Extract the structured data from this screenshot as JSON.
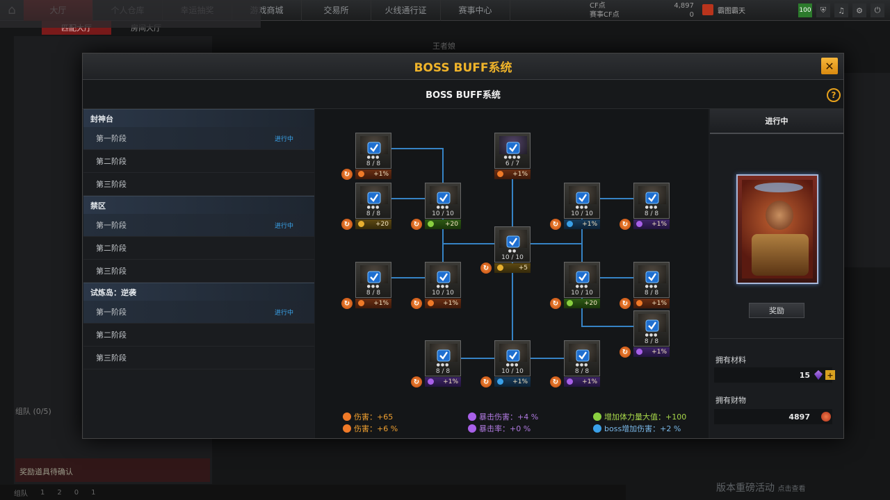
{
  "topnav": {
    "tabs": [
      "大厅",
      "个人仓库",
      "幸运抽奖",
      "游戏商城",
      "交易所",
      "火线通行证",
      "赛事中心"
    ],
    "active_index": 0,
    "cf_label": "CF点",
    "cf_value": "4,897",
    "zsx_label": "赛事CF点",
    "zsx_value": "0",
    "user_name": "霸图霸天",
    "level_badge": "100"
  },
  "subtabs": [
    "匹配大厅",
    "房间大厅"
  ],
  "background": {
    "king_label": "王者娘",
    "team_label": "组队 (0/5)",
    "confirm_label": "奖励道具待确认",
    "promo_label": "版本重磅活动",
    "promo_sub": "点击查看",
    "bottom_items": [
      "组队",
      "1",
      "2",
      "0",
      "1"
    ]
  },
  "modal": {
    "title": "BOSS BUFF系统",
    "subtitle": "BOSS BUFF系统",
    "close": "✕",
    "help": "?"
  },
  "stage_list": [
    {
      "category": "封神台",
      "stages": [
        {
          "name": "第一阶段",
          "status": "进行中"
        },
        {
          "name": "第二阶段",
          "status": ""
        },
        {
          "name": "第三阶段",
          "status": ""
        }
      ]
    },
    {
      "category": "禁区",
      "stages": [
        {
          "name": "第一阶段",
          "status": "进行中"
        },
        {
          "name": "第二阶段",
          "status": ""
        },
        {
          "name": "第三阶段",
          "status": ""
        }
      ]
    },
    {
      "category": "试炼岛：逆袭",
      "stages": [
        {
          "name": "第一阶段",
          "status": "进行中"
        },
        {
          "name": "第二阶段",
          "status": ""
        },
        {
          "name": "第三阶段",
          "status": ""
        }
      ]
    }
  ],
  "tree_nodes": [
    {
      "id": "n1",
      "count": "8 / 8",
      "stars": 3,
      "buff": "+1%",
      "color": "orange",
      "reset": true
    },
    {
      "id": "n2",
      "count": "6 / 7",
      "stars": 4,
      "buff": "+1%",
      "color": "orange",
      "reset": false,
      "boss": true
    },
    {
      "id": "n3",
      "count": "8 / 8",
      "stars": 3,
      "buff": "+20",
      "color": "yellow",
      "reset": true
    },
    {
      "id": "n4",
      "count": "10 / 10",
      "stars": 3,
      "buff": "+20",
      "color": "green",
      "reset": true
    },
    {
      "id": "n5",
      "count": "10 / 10",
      "stars": 3,
      "buff": "+1%",
      "color": "cyan",
      "reset": true
    },
    {
      "id": "n6",
      "count": "8 / 8",
      "stars": 3,
      "buff": "+1%",
      "color": "purple",
      "reset": true
    },
    {
      "id": "n7",
      "count": "10 / 10",
      "stars": 2,
      "buff": "+5",
      "color": "yellow",
      "reset": true
    },
    {
      "id": "n8",
      "count": "8 / 8",
      "stars": 3,
      "buff": "+1%",
      "color": "orange",
      "reset": true
    },
    {
      "id": "n9",
      "count": "10 / 10",
      "stars": 3,
      "buff": "+1%",
      "color": "orange",
      "reset": true
    },
    {
      "id": "n10",
      "count": "10 / 10",
      "stars": 3,
      "buff": "+20",
      "color": "green",
      "reset": true
    },
    {
      "id": "n11",
      "count": "8 / 8",
      "stars": 3,
      "buff": "+1%",
      "color": "orange",
      "reset": true
    },
    {
      "id": "n12",
      "count": "8 / 8",
      "stars": 3,
      "buff": "+1%",
      "color": "purple",
      "reset": true
    },
    {
      "id": "n13",
      "count": "8 / 8",
      "stars": 3,
      "buff": "+1%",
      "color": "purple",
      "reset": true
    },
    {
      "id": "n14",
      "count": "10 / 10",
      "stars": 3,
      "buff": "+1%",
      "color": "cyan",
      "reset": true
    },
    {
      "id": "n15",
      "count": "8 / 8",
      "stars": 3,
      "buff": "+1%",
      "color": "purple",
      "reset": true
    }
  ],
  "stats": [
    {
      "label": "伤害：+65",
      "color": "orange"
    },
    {
      "label": "伤害：+6 %",
      "color": "orange"
    },
    {
      "label": "暴击伤害：+4 %",
      "color": "purple"
    },
    {
      "label": "暴击率：+0 %",
      "color": "purple"
    },
    {
      "label": "增加体力量大值：+100",
      "color": "green"
    },
    {
      "label": "boss增加伤害：+2 %",
      "color": "cyan"
    }
  ],
  "right_panel": {
    "status": "进行中",
    "reward_button": "奖励",
    "material_label": "拥有材料",
    "material_value": "15",
    "wealth_label": "拥有财物",
    "wealth_value": "4897"
  },
  "colors": {
    "accent": "#f0b42a",
    "line": "#3a8fd8",
    "status_blue": "#3aa7f0"
  }
}
